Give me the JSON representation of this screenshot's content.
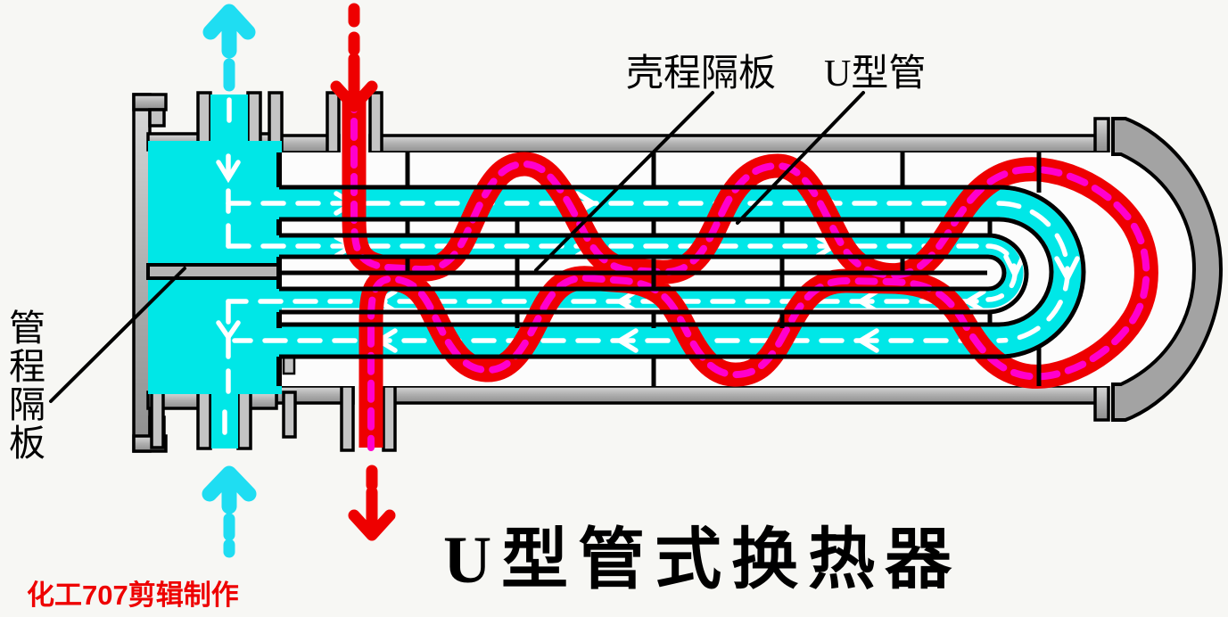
{
  "page": {
    "background": "#F7F7F4"
  },
  "diagram": {
    "title": "U型管式换热器",
    "watermark": "化工707剪辑制作",
    "labels": {
      "shell_baffle": "壳程隔板",
      "u_tube": "U型管",
      "tube_partition": "管程隔板",
      "tube_partition_chars": [
        "管",
        "程",
        "隔",
        "板"
      ]
    },
    "colors": {
      "tube_side_fluid": "#00E7E7",
      "shell_side_fluid": "#EE0000",
      "flow_trace": "#FF00CC",
      "flow_dash_white": "#FFFFFF",
      "metal_light": "#C4C4C4",
      "metal_mid": "#A3A3A3",
      "outline": "#000000",
      "arrow_cyan": "#1FDDF2",
      "watermark_red": "#EE0000"
    },
    "flow_arrows": [
      {
        "name": "tube-side-top-arrow",
        "color": "cyan",
        "direction": "up"
      },
      {
        "name": "shell-side-top-arrow",
        "color": "red",
        "direction": "down"
      },
      {
        "name": "tube-side-bottom-arrow",
        "color": "cyan",
        "direction": "up"
      },
      {
        "name": "shell-side-bottom-arrow",
        "color": "red",
        "direction": "down"
      }
    ]
  }
}
